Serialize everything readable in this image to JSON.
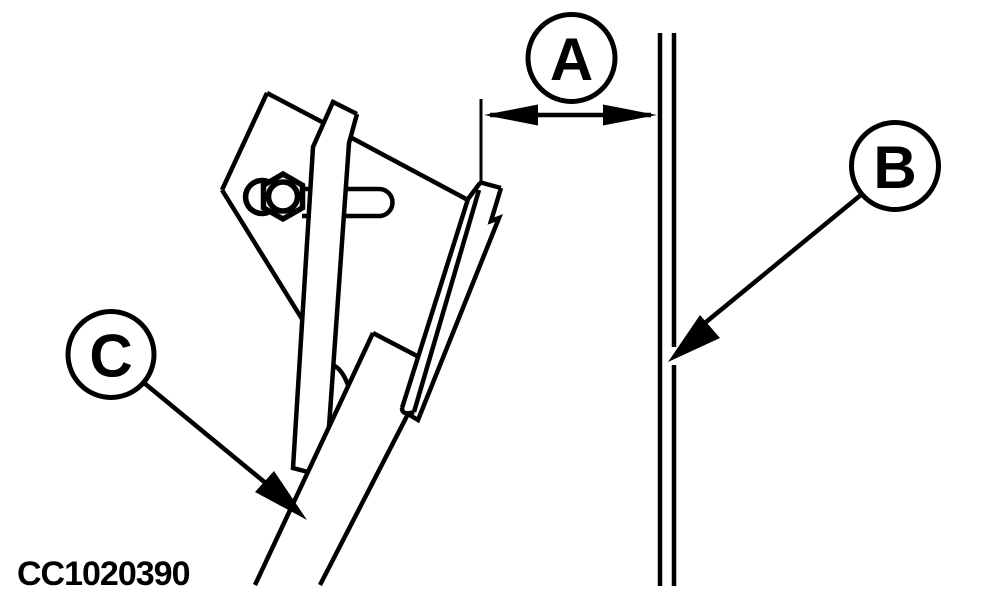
{
  "diagram": {
    "figure_code": "CC1020390",
    "callouts": [
      {
        "label": "A"
      },
      {
        "label": "B"
      },
      {
        "label": "C"
      }
    ]
  },
  "colors": {
    "line": "#000000",
    "background": "#ffffff"
  }
}
